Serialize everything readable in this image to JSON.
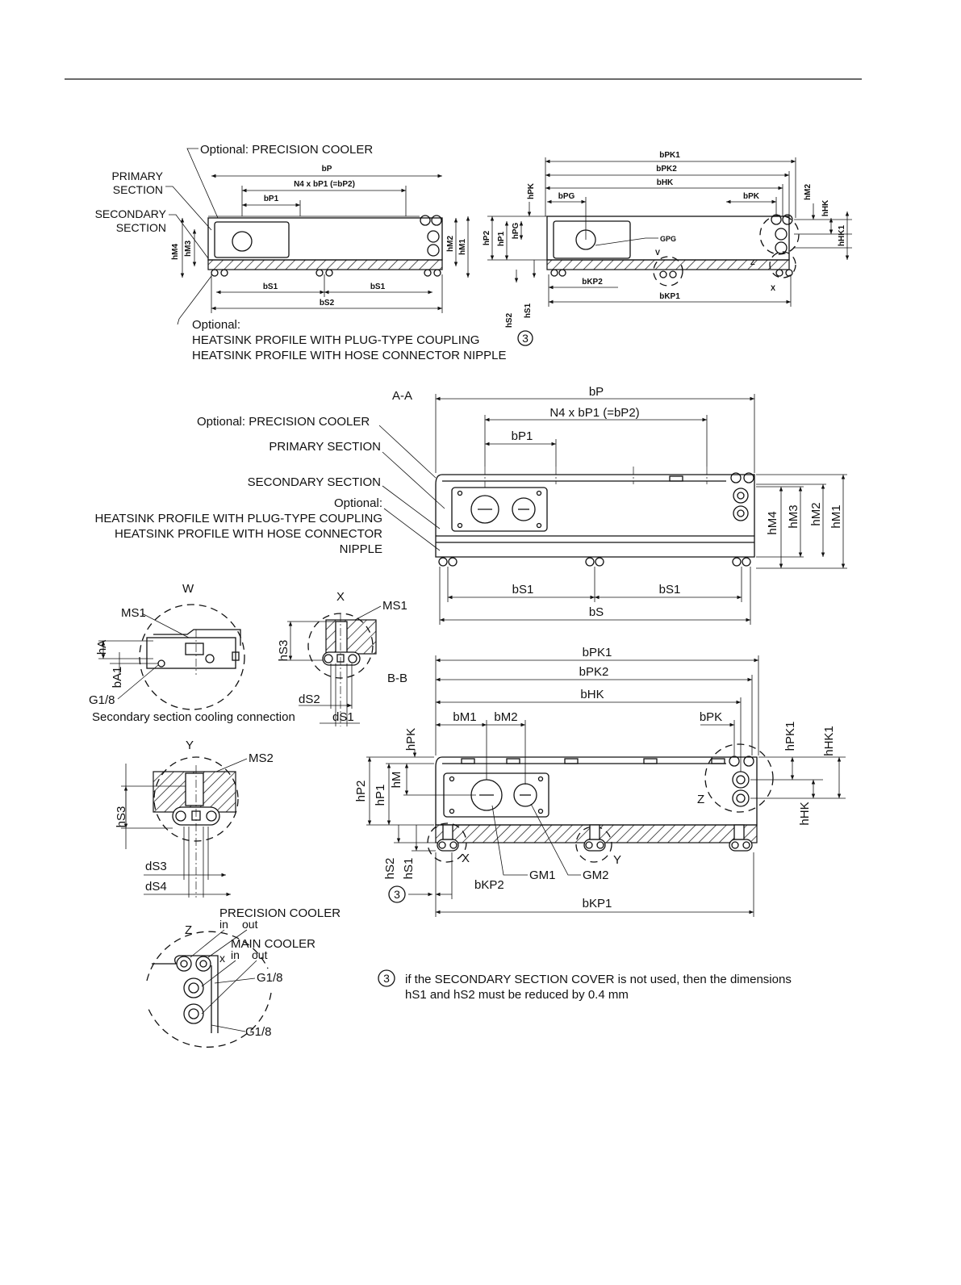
{
  "top_left": {
    "callouts": [
      "Optional: PRECISION COOLER",
      "PRIMARY",
      "SECTION",
      "SECONDARY",
      "SECTION"
    ],
    "optional_lines": [
      "Optional:",
      "HEATSINK PROFILE WITH PLUG-TYPE COUPLING",
      "HEATSINK PROFILE WITH HOSE CONNECTOR NIPPLE"
    ],
    "footnote_marker": "3",
    "dims": {
      "bP": "bP",
      "n4": "N4 x bP1 (=bP2)",
      "bP1": "bP1",
      "hM4": "hM4",
      "hM3": "hM3",
      "hM2": "hM2",
      "hM1": "hM1",
      "bS1a": "bS1",
      "bS1b": "bS1",
      "bS2": "bS2"
    }
  },
  "top_right": {
    "dims": {
      "bPK1": "bPK1",
      "bPK2": "bPK2",
      "bHK": "bHK",
      "bPG": "bPG",
      "bPK": "bPK",
      "hPK": "hPK",
      "hP2": "hP2",
      "hP1": "hP1",
      "hPG": "hPG",
      "GPG": "GPG",
      "hM2": "hM2",
      "hHK": "hHK",
      "hHK1": "hHK1",
      "bKP2": "bKP2",
      "bKP1": "bKP1",
      "hS2": "hS2",
      "hS1": "hS1",
      "V": "V",
      "Z": "Z",
      "X": "X"
    }
  },
  "section_aa": {
    "title": "A-A",
    "callouts": [
      "Optional: PRECISION COOLER",
      "PRIMARY SECTION",
      "SECONDARY SECTION",
      "Optional:",
      "HEATSINK PROFILE WITH PLUG-TYPE COUPLING",
      "HEATSINK PROFILE WITH HOSE CONNECTOR",
      "NIPPLE"
    ],
    "dims": {
      "bP": "bP",
      "n4": "N4 x bP1 (=bP2)",
      "bP1": "bP1",
      "hM4": "hM4",
      "hM3": "hM3",
      "hM2": "hM2",
      "hM1": "hM1",
      "bS1a": "bS1",
      "bS1b": "bS1",
      "bS": "bS"
    }
  },
  "detail_w": {
    "label": "W",
    "ms": "MS1",
    "hA": "hA",
    "bA1": "bA1",
    "g": "G1/8",
    "caption": "Secondary section cooling connection"
  },
  "detail_x": {
    "label": "X",
    "ms": "MS1",
    "hS3": "hS3",
    "dS2": "dS2",
    "dS1": "dS1"
  },
  "detail_y": {
    "label": "Y",
    "ms": "MS2",
    "hS3": "hS3",
    "dS3": "dS3",
    "dS4": "dS4"
  },
  "detail_z": {
    "label": "Z",
    "precision": "PRECISION COOLER",
    "main": "MAIN COOLER",
    "in1": "in",
    "out1": "out",
    "in2": "in",
    "out2": "out",
    "x": "x",
    "g1": "G1/8",
    "g2": "G1/8"
  },
  "section_bb": {
    "title": "B-B",
    "dims": {
      "bPK1": "bPK1",
      "bPK2": "bPK2",
      "bHK": "bHK",
      "bM1": "bM1",
      "bM2": "bM2",
      "bPK": "bPK",
      "hPK": "hPK",
      "hPK1": "hPK1",
      "hHK1": "hHK1",
      "hP2": "hP2",
      "hP1": "hP1",
      "hM": "hM",
      "hHK": "hHK",
      "Z": "Z",
      "X": "X",
      "Y": "Y",
      "hS2": "hS2",
      "hS1": "hS1",
      "bKP2": "bKP2",
      "GM1": "GM1",
      "GM2": "GM2",
      "bKP1": "bKP1",
      "marker": "3"
    }
  },
  "footnote": {
    "marker": "3",
    "line1": "if the SECONDARY SECTION COVER is not used, then the dimensions",
    "line2": "hS1 and hS2 must be reduced by 0.4 mm"
  }
}
